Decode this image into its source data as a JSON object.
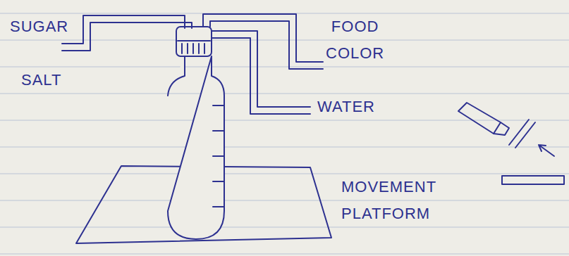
{
  "diagram": {
    "labels": [
      "SUGAR",
      "SALT",
      "FOOD COLOR",
      "WATER",
      "MOVEMENT PLATFORM"
    ]
  }
}
